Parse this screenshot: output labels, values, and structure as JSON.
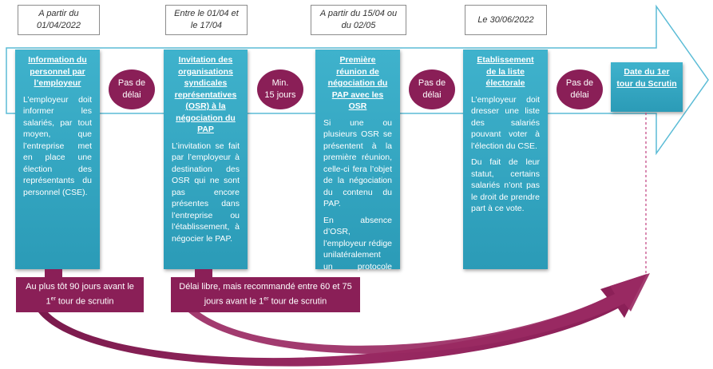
{
  "dates": [
    "A partir du\n01/04/2022",
    "Entre le 01/04 et\nle 17/04",
    "A partir du 15/04 ou\ndu 02/05",
    "Le 30/06/2022"
  ],
  "steps": [
    {
      "title": "Information du personnel par l’employeur",
      "paragraphs": [
        "L’employeur doit informer les salariés, par tout moyen, que l’entreprise met en place une élection des représentants du personnel (CSE)."
      ]
    },
    {
      "title": "Invitation des organisations syndicales représentatives (OSR) à la négociation du PAP",
      "paragraphs": [
        "L’invitation se fait par l’employeur à destination des OSR qui ne sont pas encore présentes dans l’entreprise ou l’établissement, à négocier le PAP."
      ]
    },
    {
      "title": "Première réunion de négociation du PAP avec les OSR",
      "paragraphs": [
        "Si une ou plusieurs OSR se présentent à la première réunion, celle-ci fera l’objet de la négociation du contenu du PAP.",
        "En absence d’OSR, l’employeur rédige unilatéralement un protocole électoral."
      ]
    },
    {
      "title": "Etablissement de la liste électorale",
      "paragraphs": [
        "L’employeur doit dresser une liste des salariés pouvant voter à l’élection du CSE.",
        "Du fait de leur statut, certains salariés n’ont pas le droit de prendre part à ce vote."
      ]
    },
    {
      "title": "Date du 1er tour du Scrutin",
      "paragraphs": []
    }
  ],
  "delays": [
    "Pas de\ndélai",
    "Min.\n15 jours",
    "Pas de\ndélai",
    "Pas de\ndélai"
  ],
  "bands": [
    {
      "text": "Au plus tôt 90 jours avant le 1",
      "sup": "er",
      "tail": " tour de scrutin"
    },
    {
      "text": "Délai libre, mais recommandé entre 60 et 75 jours avant le 1",
      "sup": "er",
      "tail": " tour de scrutin"
    }
  ],
  "colors": {
    "step": "#2ea3bf",
    "accent": "#8a1f57",
    "arrow_outline": "#5bbcd6"
  }
}
